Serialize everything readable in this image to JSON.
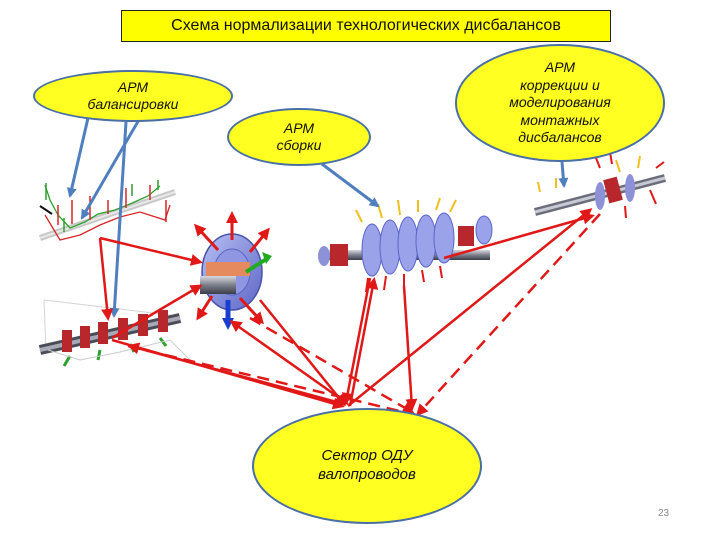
{
  "title": "Схема нормализации технологических дисбалансов",
  "nodes": {
    "balance": "АРМ\nбалансировки",
    "assembly": "АРМ\nсборки",
    "correction": "АРМ\nкоррекции и\nмоделирования\nмонтажных\nдисбалансов",
    "sector": "Сектор ОДУ\nвалопроводов"
  },
  "page_number": "23",
  "colors": {
    "oval_fill": "#ffff22",
    "oval_border": "#4a6fa5",
    "blue_arrow": "#4f7fbf",
    "red_arrow": "#e01818",
    "title_fill": "#fefe00"
  },
  "icons": [
    "shaft-model-left",
    "rotor-disk-model",
    "turbine-rotor-model",
    "shaft-line-model-right",
    "shaft-assembly-model-bottom"
  ]
}
